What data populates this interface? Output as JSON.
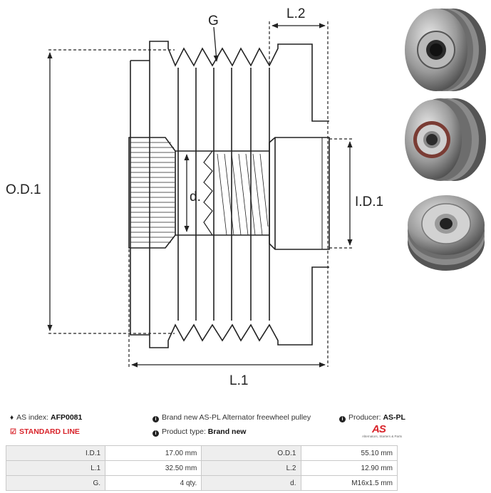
{
  "drawing": {
    "labels": {
      "g": "G",
      "l2": "L.2",
      "od1": "O.D.1",
      "id1": "I.D.1",
      "d": "d.",
      "l1": "L.1"
    }
  },
  "info": {
    "as_index_label": "AS index:",
    "as_index_value": "AFP0081",
    "description": "Brand new AS-PL Alternator freewheel pulley",
    "producer_label": "Producer:",
    "producer_value": "AS-PL",
    "line": "STANDARD LINE",
    "product_type_label": "Product type:",
    "product_type_value": "Brand new"
  },
  "logo": {
    "mark": "AS",
    "tagline": "Alternators, Starters & Parts"
  },
  "specs": [
    {
      "k1": "I.D.1",
      "v1": "17.00 mm",
      "k2": "O.D.1",
      "v2": "55.10 mm"
    },
    {
      "k1": "L.1",
      "v1": "32.50 mm",
      "k2": "L.2",
      "v2": "12.90 mm"
    },
    {
      "k1": "G.",
      "v1": "4 qty.",
      "k2": "d.",
      "v2": "M16x1.5 mm"
    }
  ],
  "colors": {
    "accent": "#d8232a",
    "table_key_bg": "#eeeeee",
    "border": "#c9c9c9"
  }
}
